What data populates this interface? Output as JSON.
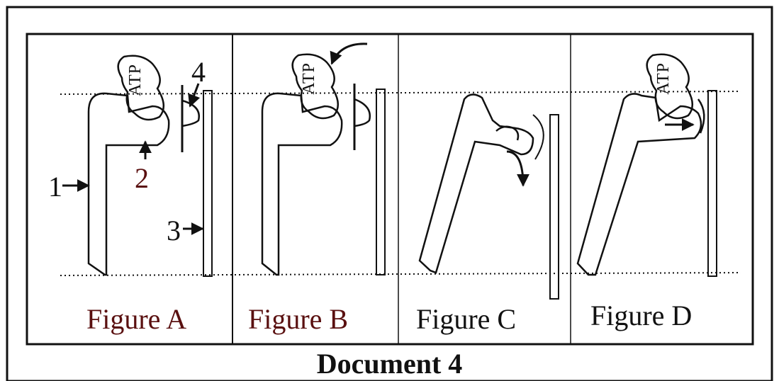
{
  "figures": [
    {
      "label": "Figure A"
    },
    {
      "label": "Figure B"
    },
    {
      "label": "Figure C"
    },
    {
      "label": "Figure D"
    }
  ],
  "markers": {
    "one": "1",
    "two": "2",
    "three": "3",
    "four": "4"
  },
  "molecule_label": "ATP",
  "document_title": "Document 4"
}
